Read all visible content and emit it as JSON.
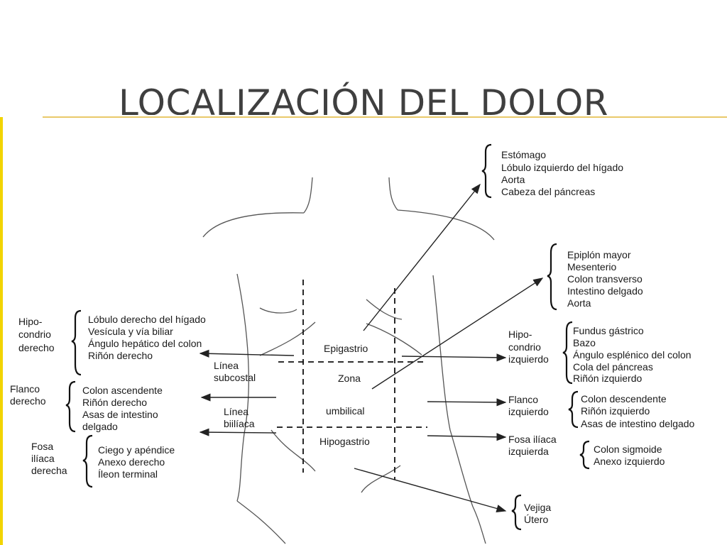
{
  "title": "LOCALIZACIÓN DEL DOLOR",
  "body_labels": {
    "epigastrio": "Epigastrio",
    "zona": [
      "Zona",
      "umbilical"
    ],
    "hipogastrio": "Hipogastrio",
    "linea_subcostal": [
      "Línea",
      "subcostal"
    ],
    "linea_biiliaca": [
      "Línea",
      "biilíaca"
    ]
  },
  "regions": {
    "top_right": {
      "items": [
        "Estómago",
        "Lóbulo izquierdo del hígado",
        "Aorta",
        "Cabeza del páncreas"
      ]
    },
    "mid_right": {
      "items": [
        "Epiplón mayor",
        "Mesenterio",
        "Colon transverso",
        "Intestino delgado",
        "Aorta"
      ]
    },
    "hipocondrio_izquierdo": {
      "label": [
        "Hipo-",
        "condrio",
        "izquierdo"
      ],
      "items": [
        "Fundus gástrico",
        "Bazo",
        "Ángulo esplénico del colon",
        "Cola del páncreas",
        "Riñón izquierdo"
      ]
    },
    "flanco_izquierdo": {
      "label": [
        "Flanco",
        "izquierdo"
      ],
      "items": [
        "Colon descendente",
        "Riñón izquierdo",
        "Asas de intestino delgado"
      ]
    },
    "fosa_iliaca_izquierda": {
      "label": [
        "Fosa ilíaca",
        "izquierda"
      ],
      "items": [
        "Colon sigmoide",
        "Anexo izquierdo"
      ]
    },
    "bottom_right": {
      "items": [
        "Vejiga",
        "Útero"
      ]
    },
    "hipocondrio_derecho": {
      "label": [
        "Hipo-",
        "condrio",
        "derecho"
      ],
      "items": [
        "Lóbulo derecho del hígado",
        "Vesícula y vía biliar",
        "Ángulo hepático del colon",
        "Riñón derecho"
      ]
    },
    "flanco_derecho": {
      "label": [
        "Flanco",
        "derecho"
      ],
      "items": [
        "Colon ascendente",
        "Riñón derecho",
        "Asas de intestino",
        "delgado"
      ]
    },
    "fosa_iliaca_derecha": {
      "label": [
        "Fosa",
        "ilíaca",
        "derecha"
      ],
      "items": [
        "Ciego y apéndice",
        "Anexo derecho",
        "Íleon terminal"
      ]
    }
  }
}
